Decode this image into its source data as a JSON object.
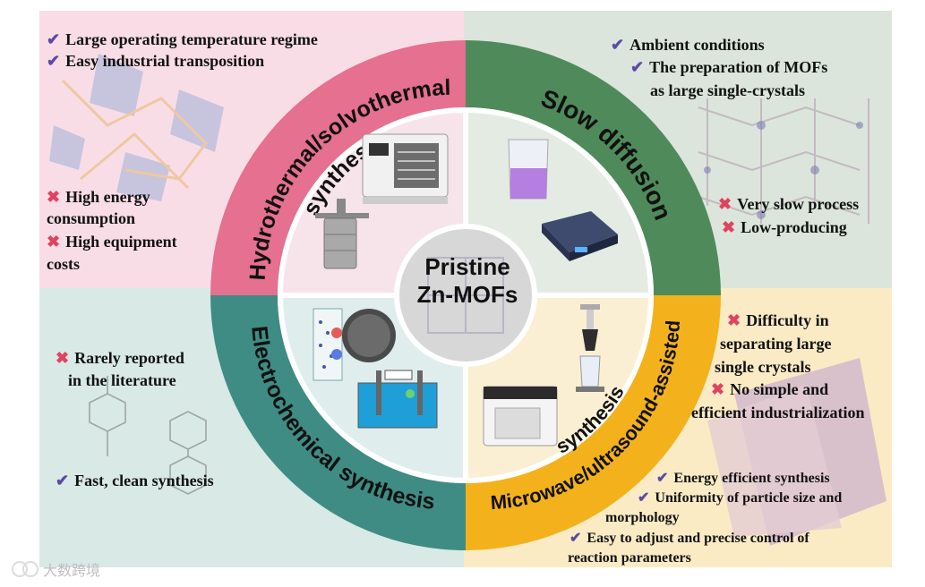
{
  "center": {
    "line1": "Pristine",
    "line2": "Zn-MOFs"
  },
  "ring_labels": {
    "hydrothermal": "Hydrothermal/solvothermal",
    "hydrothermal_2": "synthesis",
    "slow": "Slow diffusion",
    "electro": "Electrochemical synthesis",
    "microwave": "Microwave/ultrasound-assisted",
    "microwave_2": "synthesis"
  },
  "colors": {
    "hydrothermal": "#e5708f",
    "slow": "#4f8a5b",
    "electro": "#3f8c84",
    "microwave": "#f3b21c"
  },
  "notes": {
    "tl_pro_1": "Large operating temperature regime",
    "tl_pro_2": "Easy industrial transposition",
    "tl_con_1": "High energy",
    "tl_con_1b": "consumption",
    "tl_con_2": "High equipment",
    "tl_con_2b": "costs",
    "tr_pro_1": "Ambient conditions",
    "tr_pro_2": "The preparation of MOFs",
    "tr_pro_2b": "as large single-crystals",
    "tr_con_1": "Very slow process",
    "tr_con_2": "Low-producing",
    "bl_con_1": "Rarely reported",
    "bl_con_1b": "in the literature",
    "bl_pro_1": "Fast, clean synthesis",
    "br_con_1": "Difficulty in",
    "br_con_1b": "separating large",
    "br_con_1c": "single crystals",
    "br_con_2": "No simple and",
    "br_con_2b": "efficient industrialization",
    "br_pro_1": "Energy efficient synthesis",
    "br_pro_2": "Uniformity of particle size and",
    "br_pro_2b": "morphology",
    "br_pro_3": "Easy to adjust and precise control of",
    "br_pro_3b": "reaction parameters"
  },
  "marks": {
    "check": "✔",
    "cross": "✖"
  },
  "icons": [
    "autoclave-icon",
    "oven-icon",
    "beaker-icon",
    "stirrer-plate-icon",
    "electrochemical-cell-icon",
    "microwave-reactor-icon",
    "ultrasonic-probe-icon"
  ],
  "watermark": "大数跨境"
}
